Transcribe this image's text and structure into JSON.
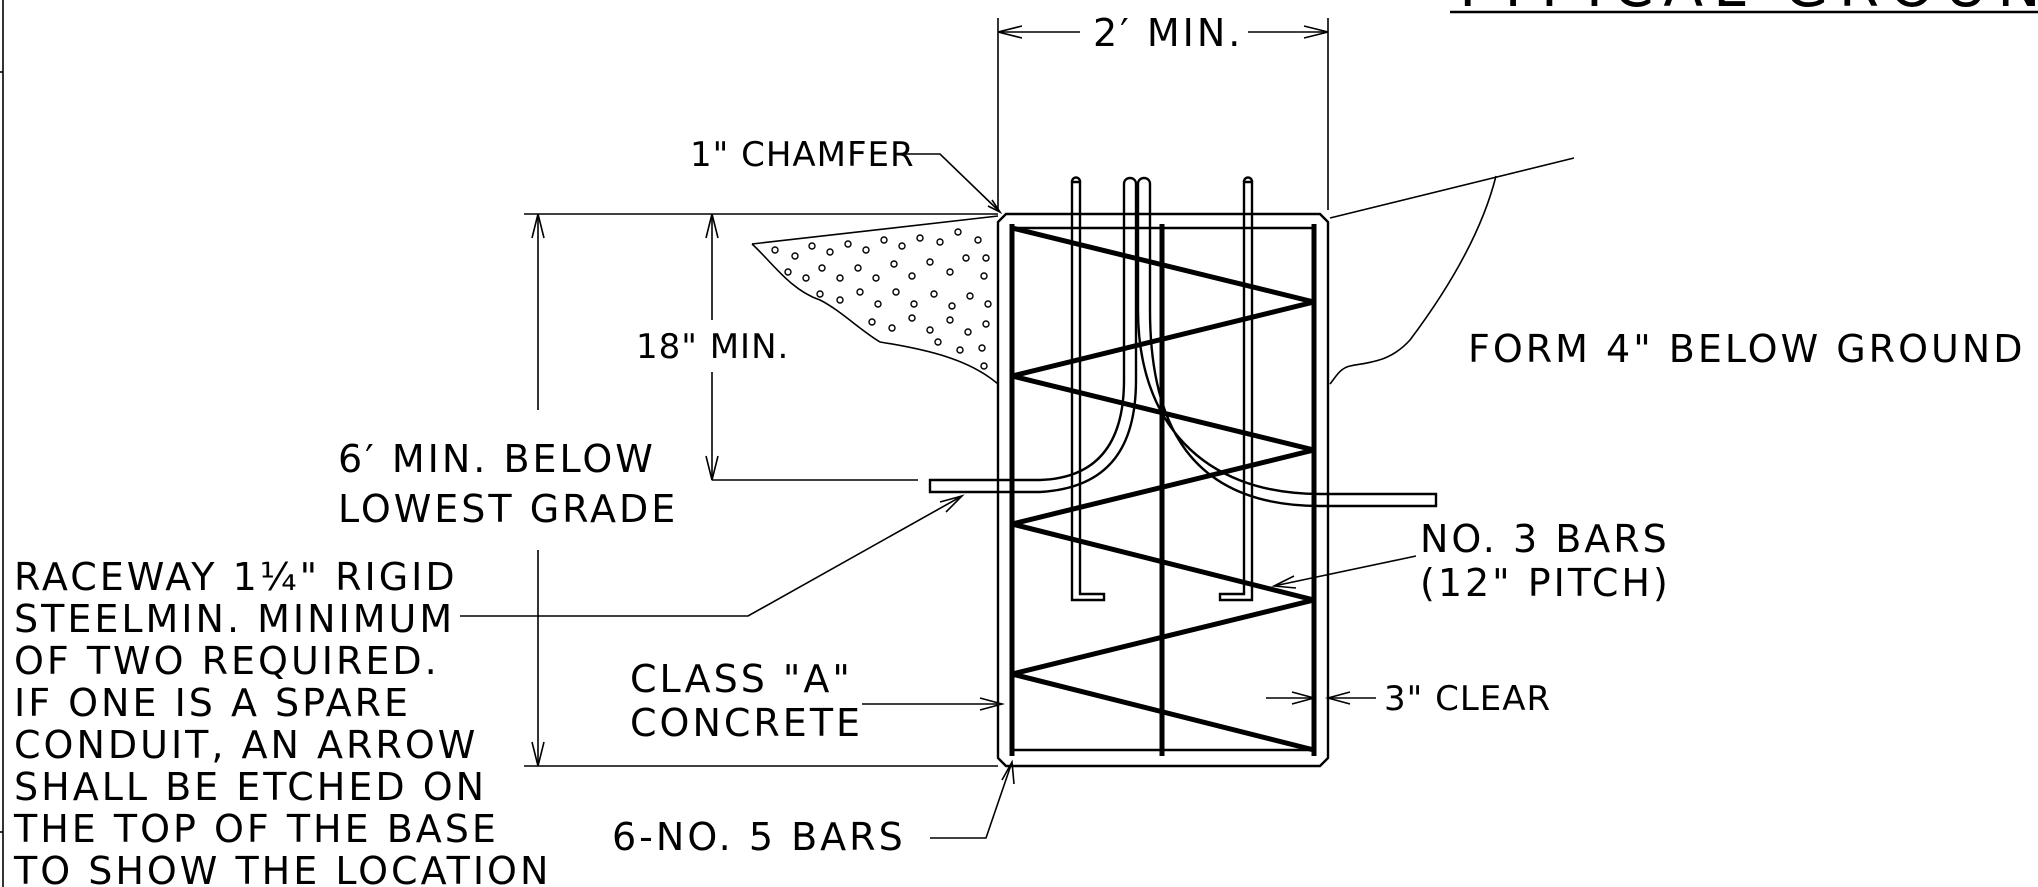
{
  "labels": {
    "title_partial": "TYPICAL GROUND",
    "width_dim": "2′ MIN.",
    "chamfer": "1\" CHAMFER",
    "depth_18": "18\" MIN.",
    "depth_6ft_line1": "6′ MIN. BELOW",
    "depth_6ft_line2": "LOWEST GRADE",
    "form_note": "FORM 4\" BELOW GROUND",
    "bars_no3_line1": "NO. 3 BARS",
    "bars_no3_line2": "(12\" PITCH)",
    "raceway_line1": "RACEWAY 1¼\" RIGID",
    "raceway_line2": "STEELMIN. MINIMUM",
    "raceway_line3": "OF TWO REQUIRED.",
    "raceway_line4": "IF ONE IS A SPARE",
    "raceway_line5": "CONDUIT, AN ARROW",
    "raceway_line6": "SHALL BE ETCHED ON",
    "raceway_line7": "THE TOP OF THE BASE",
    "raceway_line8": "TO SHOW THE LOCATION",
    "concrete_line1": "CLASS \"A\"",
    "concrete_line2": "CONCRETE",
    "clear": "3\" CLEAR",
    "bars_no5": "6-NO. 5 BARS"
  }
}
